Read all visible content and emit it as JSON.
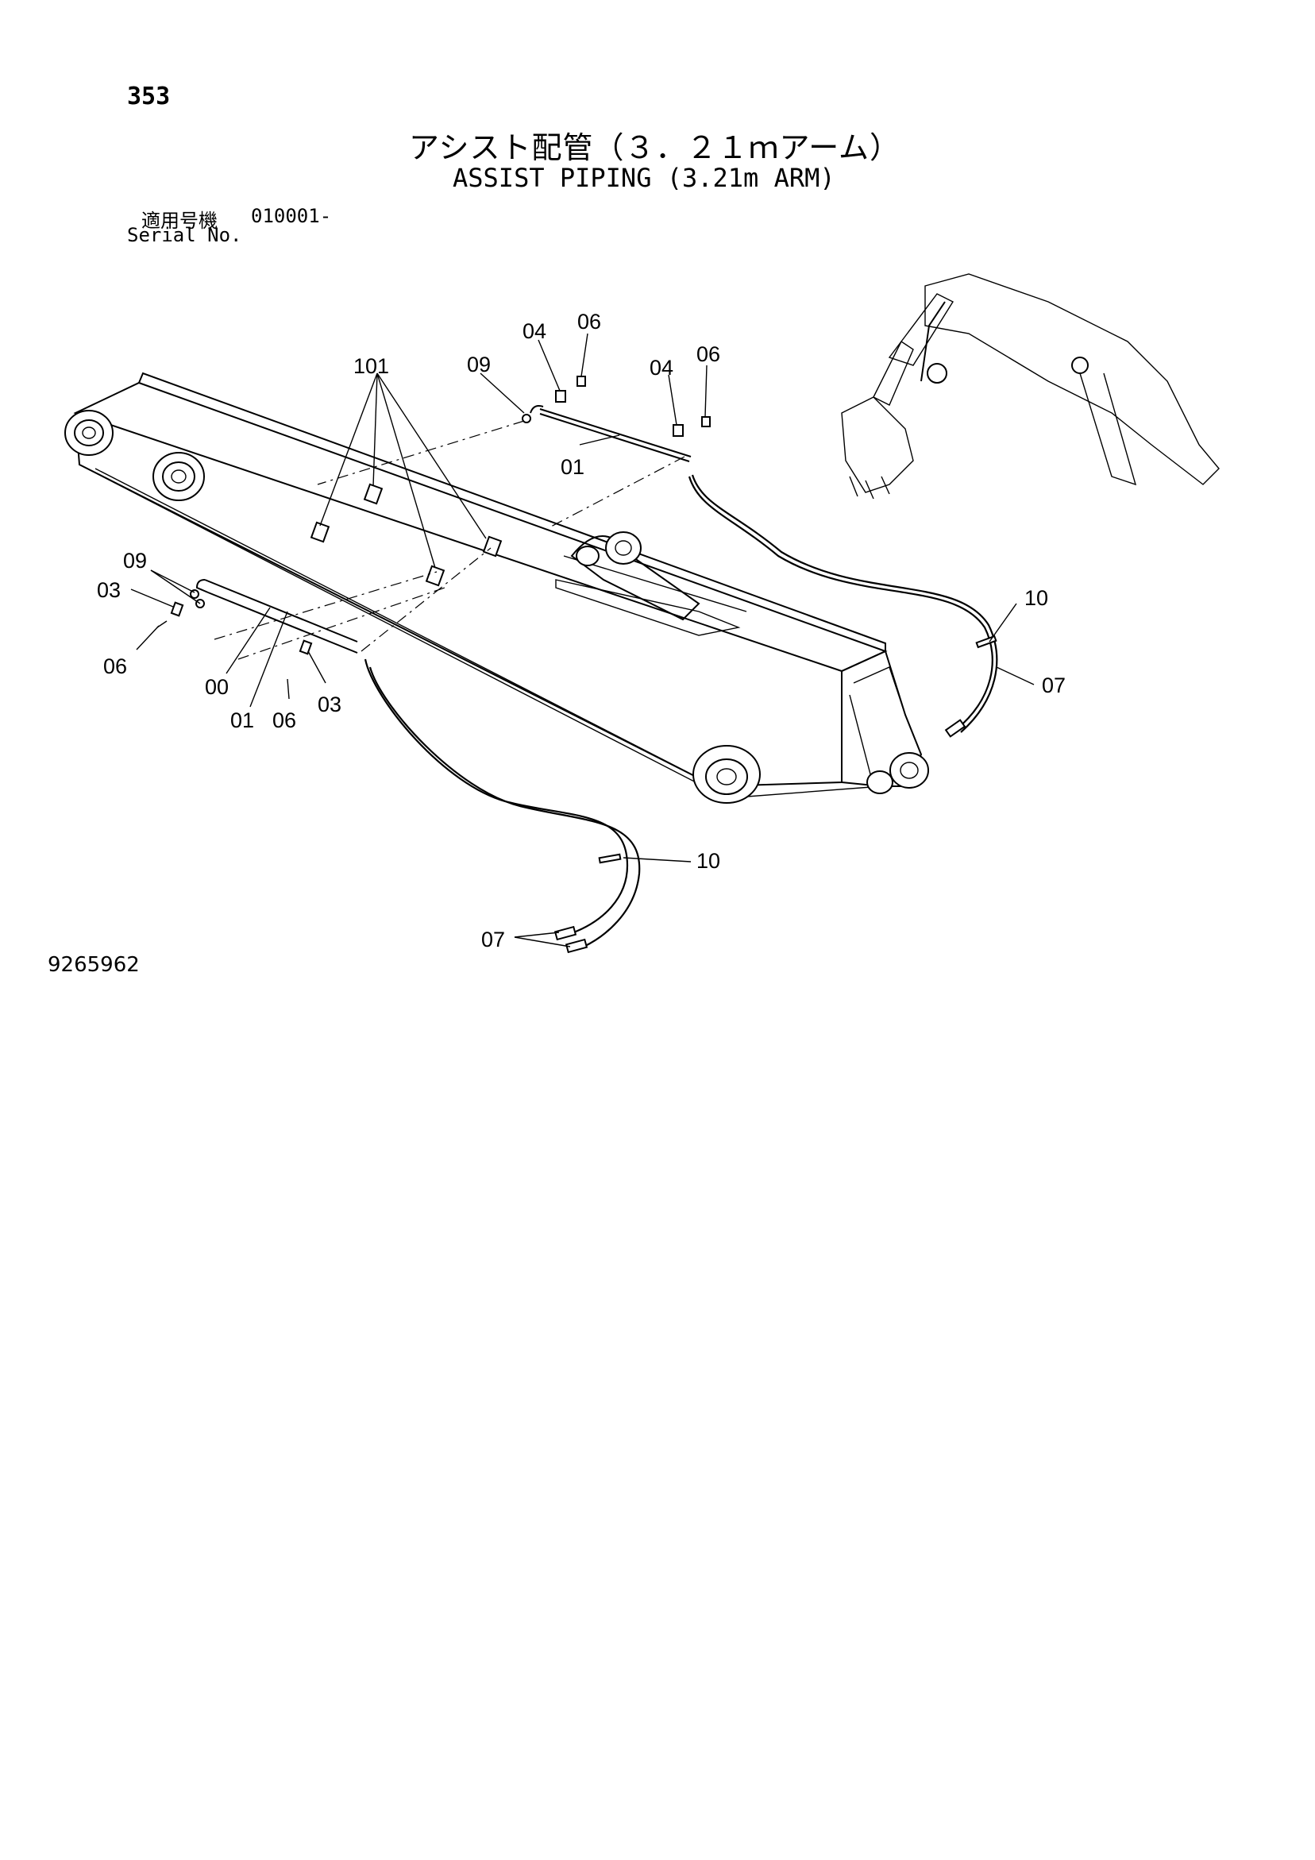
{
  "page": {
    "number": "353",
    "title_ja": "アシスト配管（３．２１ｍアーム）",
    "title_en": "ASSIST PIPING (3.21m ARM)",
    "serial_label_ja": "適用号機",
    "serial_value": "010001-",
    "serial_label_en": "Serial No.",
    "drawing_number": "9265962"
  },
  "callouts": {
    "c101": "101",
    "c04a": "04",
    "c06a": "06",
    "c09a": "09",
    "c04b": "04",
    "c06b": "06",
    "c01a": "01",
    "c09b": "09",
    "c03a": "03",
    "c06c": "06",
    "c00": "00",
    "c01b": "01",
    "c06d": "06",
    "c03b": "03",
    "c10a": "10",
    "c07a": "07",
    "c10b": "10",
    "c07b": "07"
  }
}
